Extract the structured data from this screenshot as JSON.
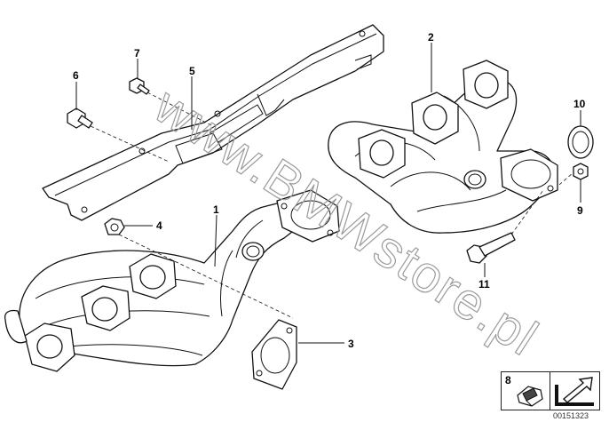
{
  "callouts": {
    "n1": "1",
    "n2": "2",
    "n3": "3",
    "n4": "4",
    "n5": "5",
    "n6": "6",
    "n7": "7",
    "n8": "8",
    "n9": "9",
    "n10": "10",
    "n11": "11"
  },
  "watermark": "www.BMWstore.pl",
  "reference_box": {
    "item_number": "8"
  },
  "document_number": "00151323"
}
